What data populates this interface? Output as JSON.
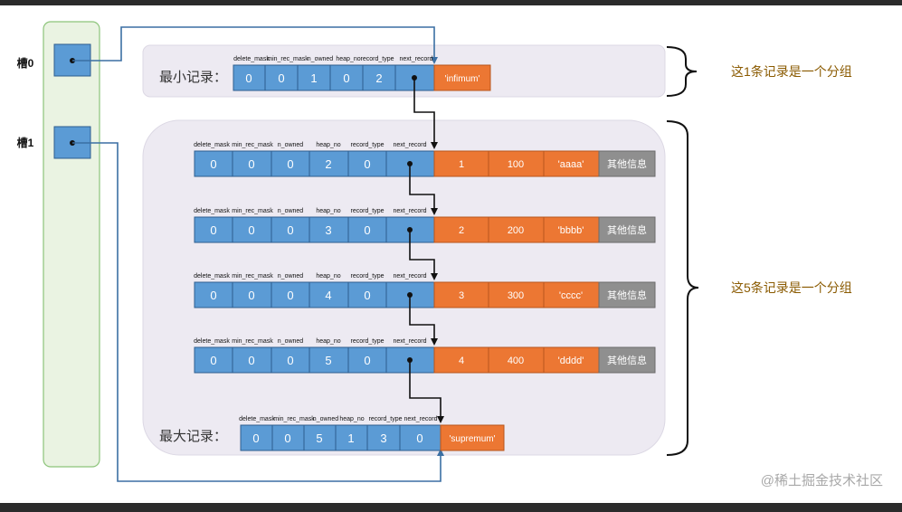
{
  "slots": [
    {
      "label": "槽0"
    },
    {
      "label": "槽1"
    }
  ],
  "headers": [
    "delete_mask",
    "min_rec_mask",
    "n_owned",
    "heap_no",
    "record_type",
    "next_record"
  ],
  "min_record": {
    "title": "最小记录：",
    "values": [
      "0",
      "0",
      "1",
      "0",
      "2"
    ],
    "data": [
      "'infimum'"
    ]
  },
  "records": [
    {
      "header_values": [
        "0",
        "0",
        "0",
        "2",
        "0"
      ],
      "data": [
        "1",
        "100",
        "'aaaa'"
      ],
      "extra": "其他信息"
    },
    {
      "header_values": [
        "0",
        "0",
        "0",
        "3",
        "0"
      ],
      "data": [
        "2",
        "200",
        "'bbbb'"
      ],
      "extra": "其他信息"
    },
    {
      "header_values": [
        "0",
        "0",
        "0",
        "4",
        "0"
      ],
      "data": [
        "3",
        "300",
        "'cccc'"
      ],
      "extra": "其他信息"
    },
    {
      "header_values": [
        "0",
        "0",
        "0",
        "5",
        "0"
      ],
      "data": [
        "4",
        "400",
        "'dddd'"
      ],
      "extra": "其他信息"
    }
  ],
  "max_record": {
    "title": "最大记录：",
    "values": [
      "0",
      "0",
      "5",
      "1",
      "3",
      "0"
    ],
    "data": [
      "'supremum'"
    ]
  },
  "groups": [
    {
      "label": "这1条记录是一个分组"
    },
    {
      "label": "这5条记录是一个分组"
    }
  ],
  "watermark": "@稀土掘金技术社区",
  "colors": {
    "blue": "#5b9bd5",
    "orange": "#ec7733",
    "gray": "#8f8f8f",
    "slot_panel": "#eaf3e2",
    "slot_border": "#8cc47a",
    "group_bg": "#edeaf2",
    "arrow_blue": "#3b6fa3",
    "brace_text": "#8a5a00"
  }
}
